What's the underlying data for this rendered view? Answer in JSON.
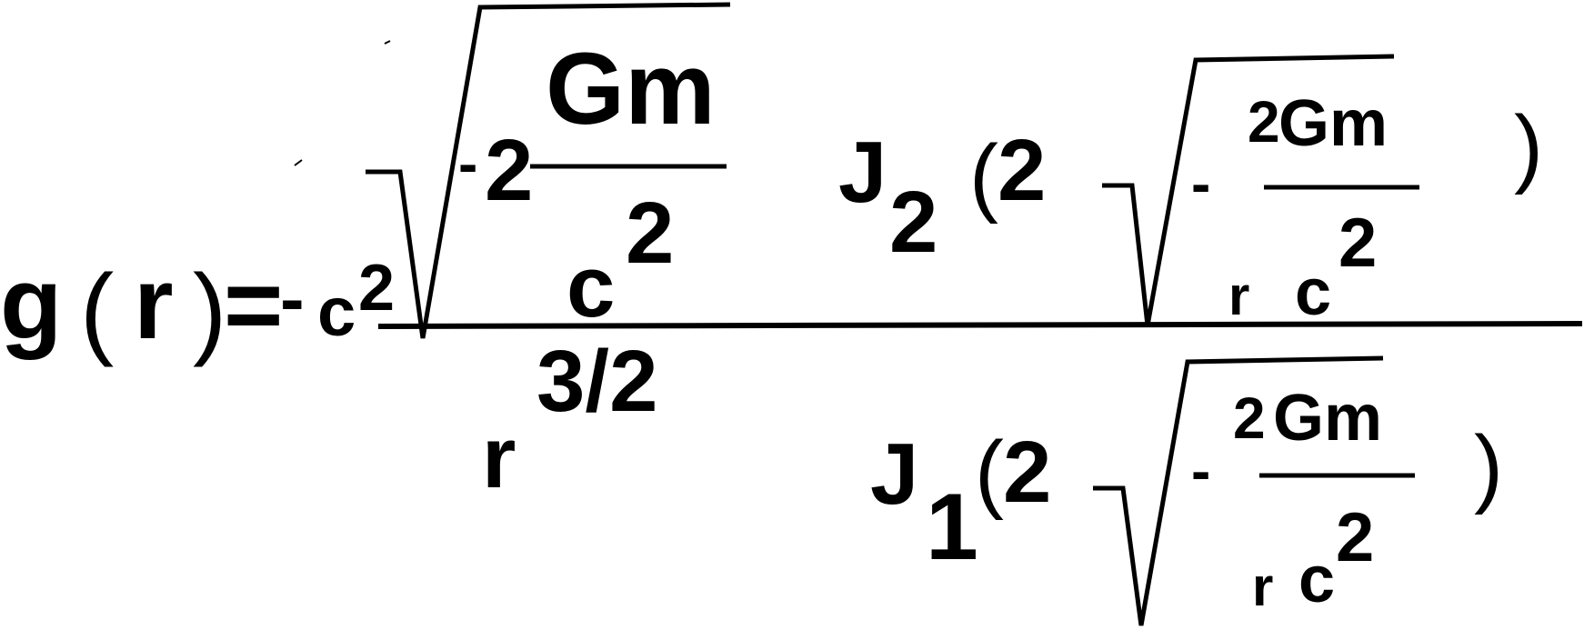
{
  "equation": {
    "lhs": {
      "func": "g",
      "open_paren": "(",
      "var": "r",
      "close_paren": ")",
      "equals": "=",
      "minus": "-",
      "c": "c",
      "c_exp": "2"
    },
    "numerator": {
      "outer_minus": "-",
      "two": "2",
      "gm": "Gm",
      "c": "c",
      "c_exp": "2",
      "bessel": {
        "J": "J",
        "order": "2",
        "open_paren": "(",
        "two": "2",
        "minus": "-",
        "two_small": "2",
        "gm": "Gm",
        "r": "r",
        "c": "c",
        "c_exp": "2",
        "close_paren": ")"
      }
    },
    "denominator": {
      "r": "r",
      "exponent": "3/2",
      "bessel": {
        "J": "J",
        "order": "1",
        "open_paren": "(",
        "two": "2",
        "minus": "-",
        "two_small": "2",
        "gm": "Gm",
        "r": "r",
        "c": "c",
        "c_exp": "2",
        "close_paren": ")"
      }
    }
  },
  "colors": {
    "ink": "#000000",
    "background": "#ffffff"
  }
}
